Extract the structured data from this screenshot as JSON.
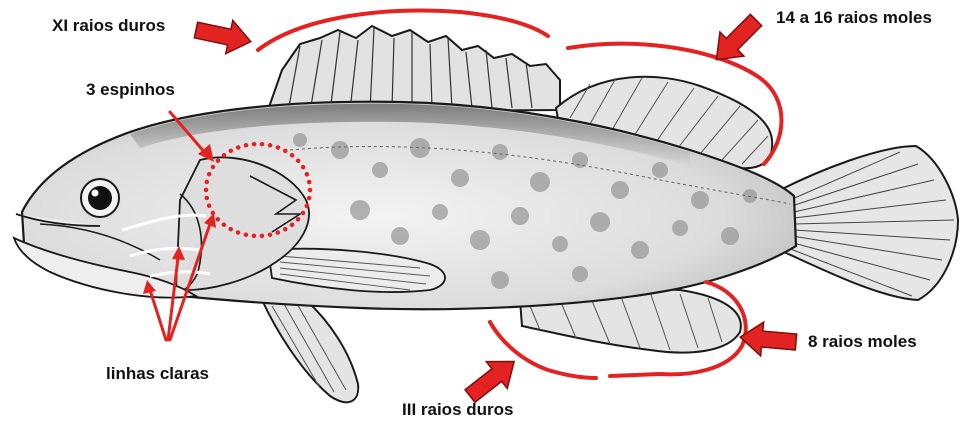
{
  "labels": {
    "xi_raios_duros": "XI raios duros",
    "raios_moles_dorsal": "14 a 16 raios moles",
    "espinhos": "3 espinhos",
    "linhas_claras": "linhas claras",
    "raios_moles_anal": "8 raios moles",
    "iii_raios_duros": "III raios duros"
  },
  "colors": {
    "annotation_red": "#e32222",
    "arrow_outline": "#7a1010",
    "fish_ink": "#1a1a1a",
    "fish_body": "#e9e9e9",
    "spot": "#9a9a9a",
    "label_text": "#111111"
  },
  "icons": {
    "arrow": "red-arrow-icon",
    "fish": "fish-illustration"
  }
}
